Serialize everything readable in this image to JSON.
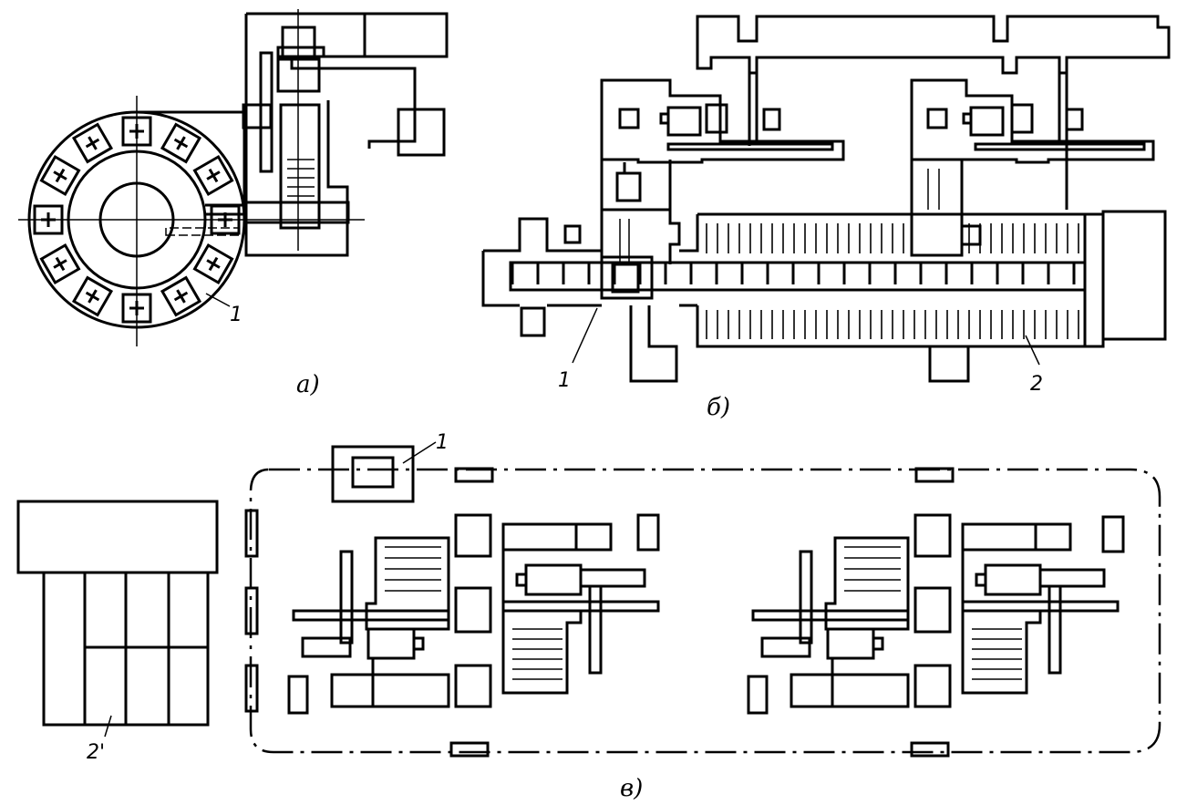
{
  "figure": {
    "panels": [
      {
        "id": "a",
        "caption": "а)",
        "callouts": [
          {
            "label": "1",
            "refers_to": "tool-magazine-drum"
          }
        ],
        "description": "Drum tool magazine with 12 tool pockets beside a spindle head"
      },
      {
        "id": "b",
        "caption": "б)",
        "callouts": [
          {
            "label": "1",
            "refers_to": "tool-transfer-carriage"
          },
          {
            "label": "2",
            "refers_to": "linear-tool-magazine"
          }
        ],
        "description": "Two machining units sharing a long linear tool magazine"
      },
      {
        "id": "v",
        "caption": "в)",
        "callouts": [
          {
            "label": "1",
            "refers_to": "transport-carriage"
          },
          {
            "label": "2'",
            "refers_to": "central-tool-store"
          }
        ],
        "description": "Flexible cell with transport loop, two machine pairs and a central tool store"
      }
    ]
  }
}
